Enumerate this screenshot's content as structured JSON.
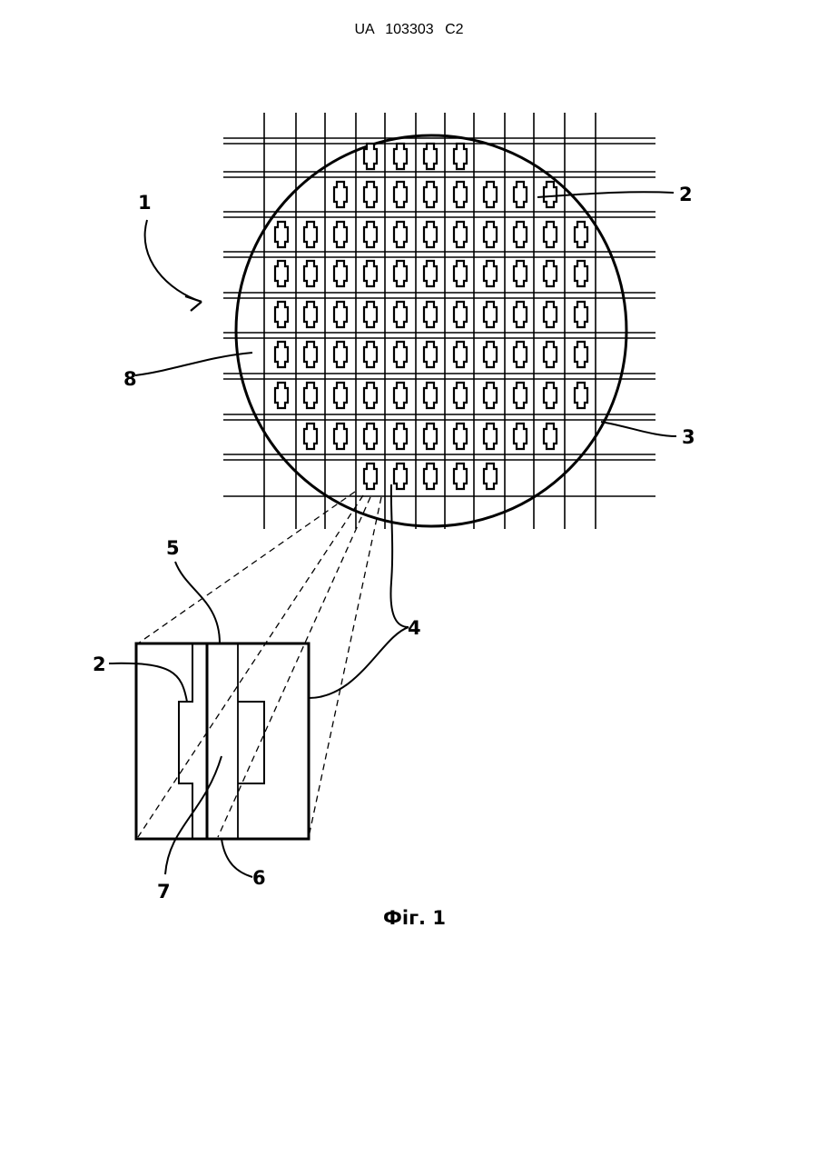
{
  "header": {
    "doc_number": "UA   103303   C2"
  },
  "figure": {
    "caption": "Фіг. 1",
    "labels": {
      "wafer": "1",
      "die": "2",
      "scribe_line": "3",
      "test_structure": "4",
      "upper_line": "5",
      "lower_line": "6",
      "inner_region": "7",
      "wafer_edge": "8"
    },
    "die_rows": [
      4,
      8,
      11,
      11,
      11,
      11,
      11,
      9,
      5
    ]
  }
}
